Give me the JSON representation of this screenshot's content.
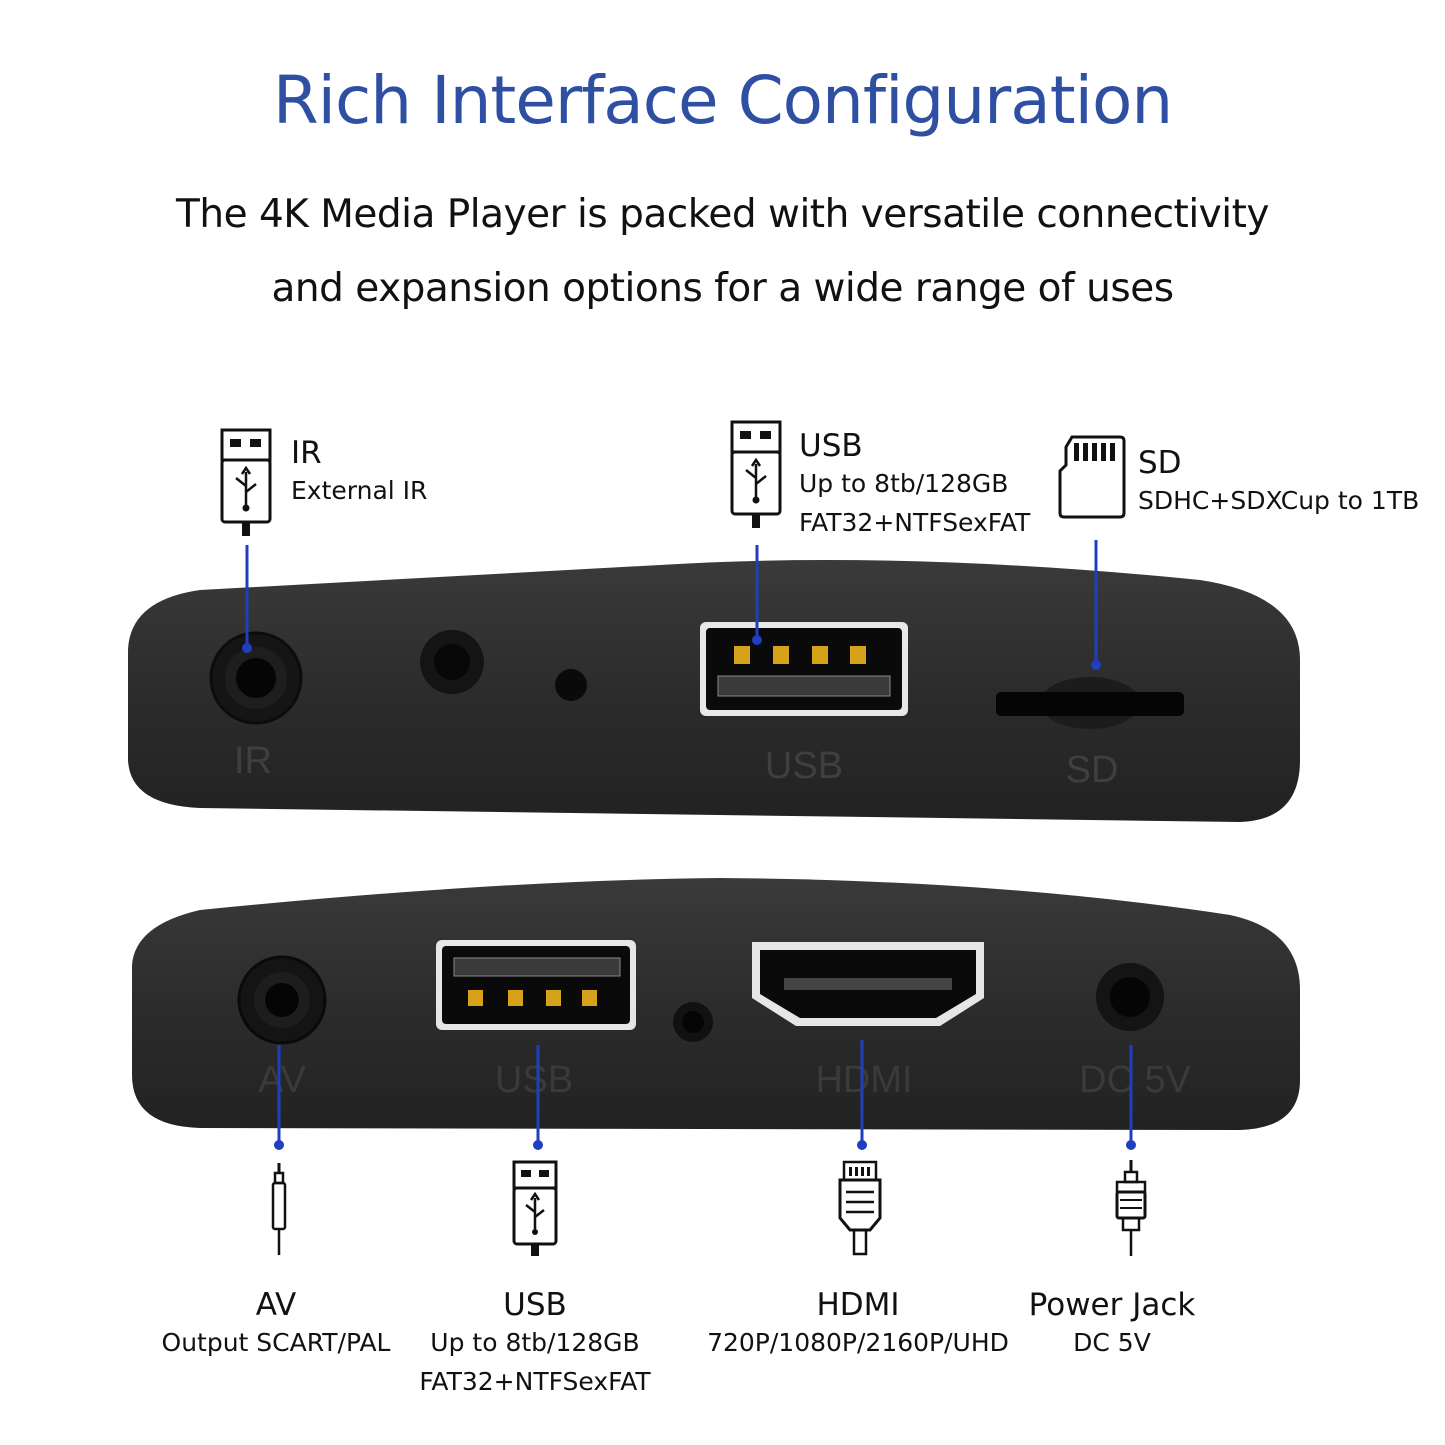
{
  "title": "Rich Interface Configuration",
  "subtitle_line1": "The 4K Media Player is packed with versatile connectivity",
  "subtitle_line2": "and expansion options for a wide range of uses",
  "colors": {
    "title": "#2f4fa3",
    "leader_line": "#1f3fbf",
    "device_body": "#2b2b2b"
  },
  "top_ports": [
    {
      "icon": "usb-plug-icon",
      "name": "IR",
      "desc": [
        "External IR"
      ],
      "printed": "IR"
    },
    {
      "icon": "usb-plug-icon",
      "name": "USB",
      "desc": [
        "Up to 8tb/128GB",
        "FAT32+NTFSexFAT"
      ],
      "printed": "USB"
    },
    {
      "icon": "sd-card-icon",
      "name": "SD",
      "desc": [
        "SDHC+SDXCup to 1TB"
      ],
      "printed": "SD"
    }
  ],
  "bottom_ports": [
    {
      "icon": "audio-jack-icon",
      "name": "AV",
      "desc": [
        "Output SCART/PAL"
      ],
      "printed": "AV"
    },
    {
      "icon": "usb-plug-icon",
      "name": "USB",
      "desc": [
        "Up to 8tb/128GB",
        "FAT32+NTFSexFAT"
      ],
      "printed": "USB"
    },
    {
      "icon": "hdmi-plug-icon",
      "name": "HDMI",
      "desc": [
        "720P/1080P/2160P/UHD"
      ],
      "printed": "HDMI"
    },
    {
      "icon": "dc-power-plug-icon",
      "name": "Power Jack",
      "desc": [
        "DC 5V"
      ],
      "printed": "DC 5V"
    }
  ]
}
